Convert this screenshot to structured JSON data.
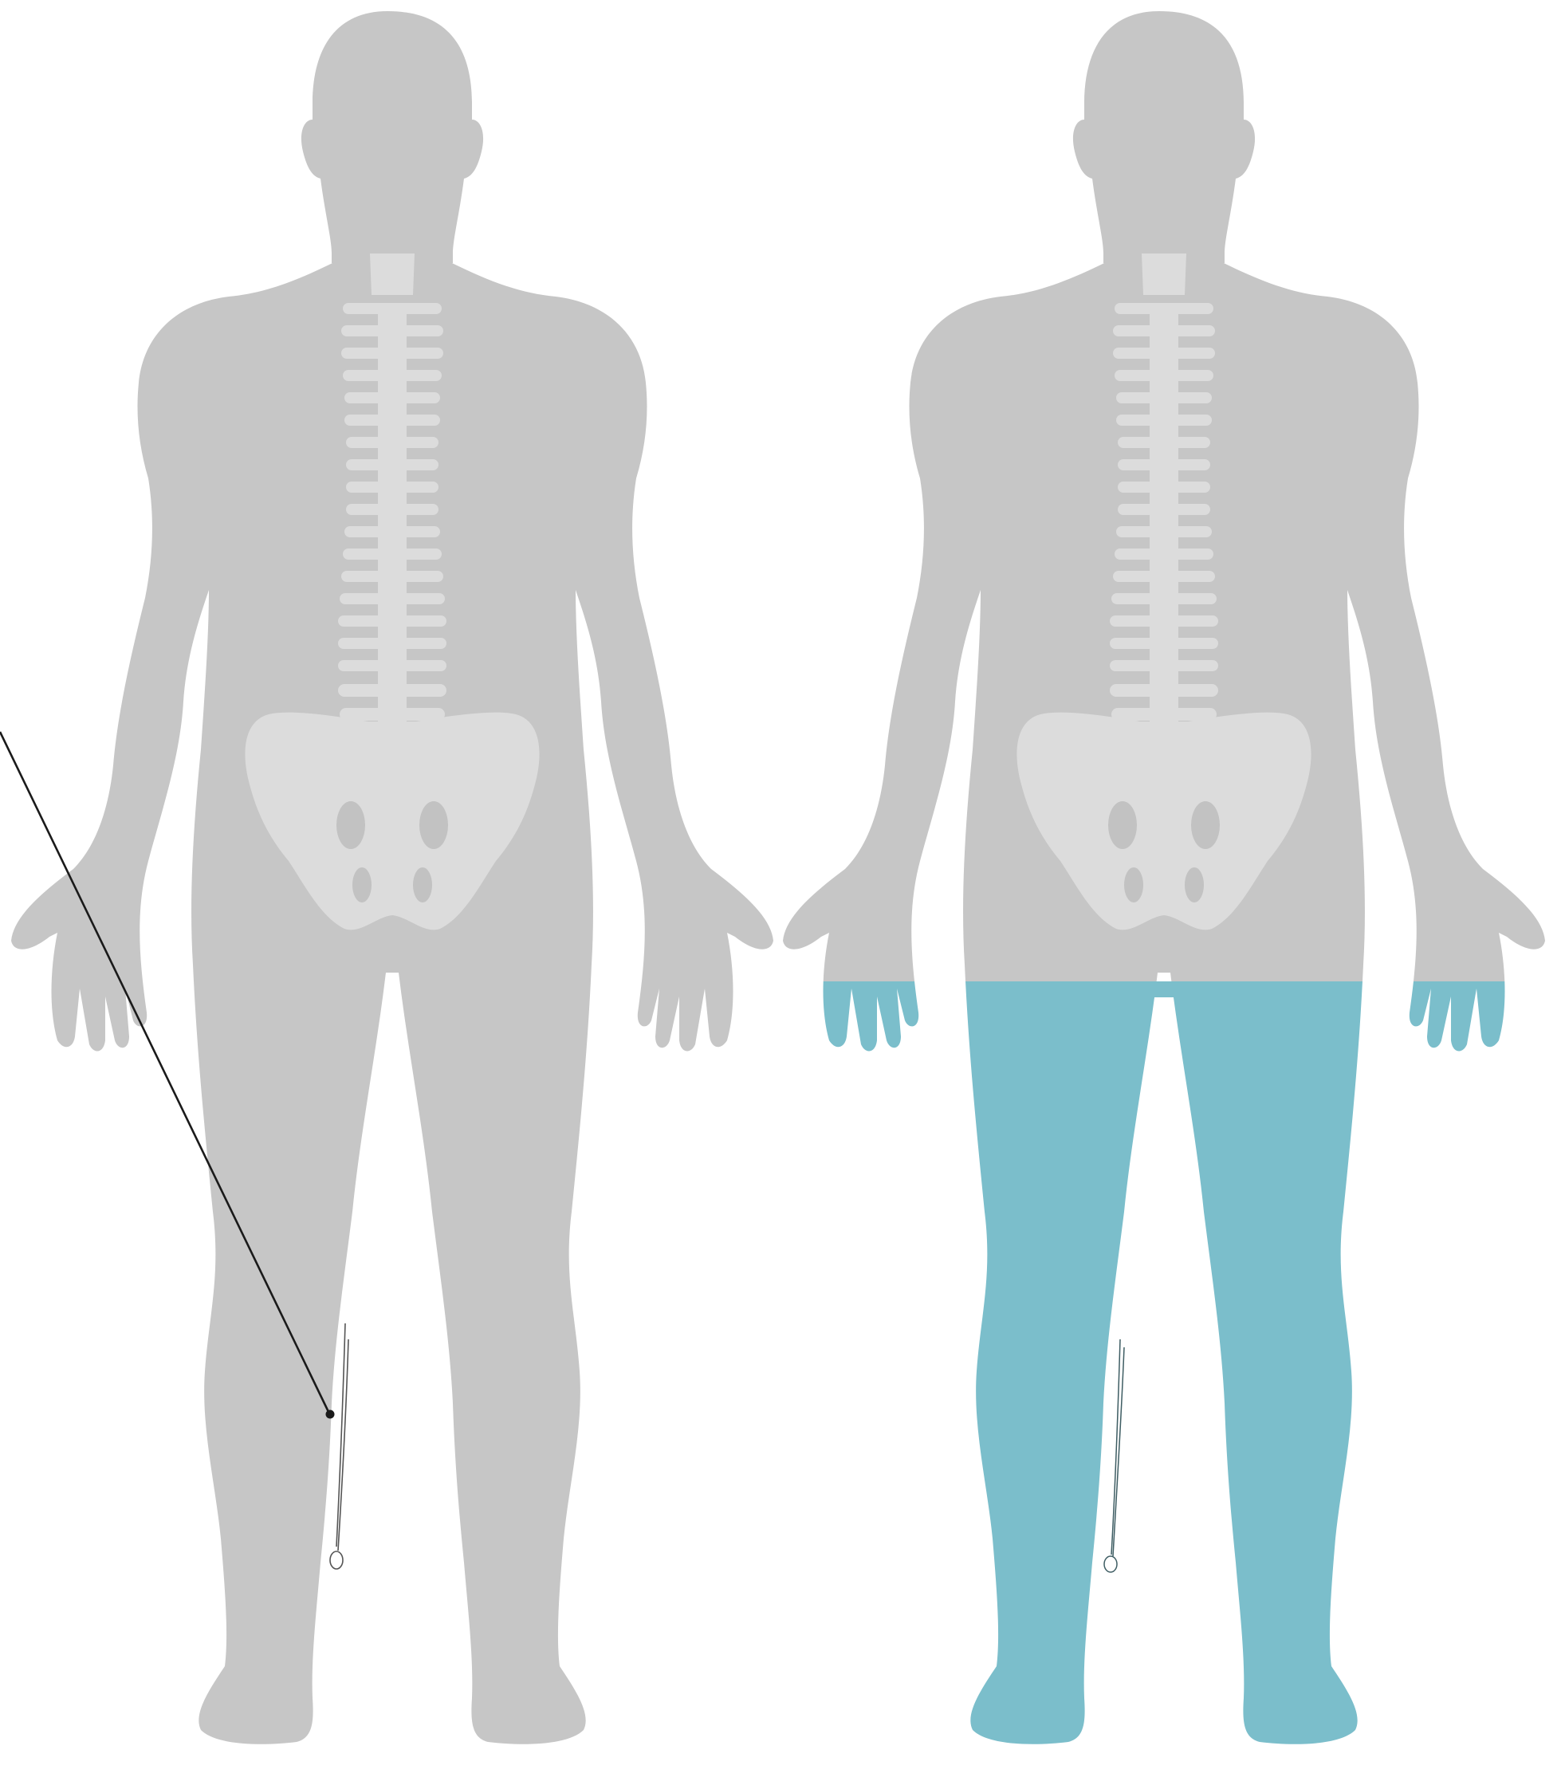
{
  "diagram": {
    "figures": [
      {
        "id": "figure-left",
        "view": "posterior",
        "highlighted_regions": []
      },
      {
        "id": "figure-right",
        "view": "posterior",
        "highlighted_regions": [
          "fingers",
          "lower-limbs"
        ]
      }
    ],
    "colors": {
      "background": "#ffffff",
      "body": "#c6c6c6",
      "bone": "#dcdcdc",
      "highlight": "#7bbecb",
      "leader_line": "#1a1a1a",
      "nerve_line": "#555555"
    },
    "annotations": [
      {
        "id": "leader-line",
        "type": "pointer",
        "target": "left-calf",
        "label": ""
      }
    ],
    "icons": {
      "nerve_marker": "nerve-path-icon",
      "pointer_dot": "pointer-dot-icon"
    }
  }
}
